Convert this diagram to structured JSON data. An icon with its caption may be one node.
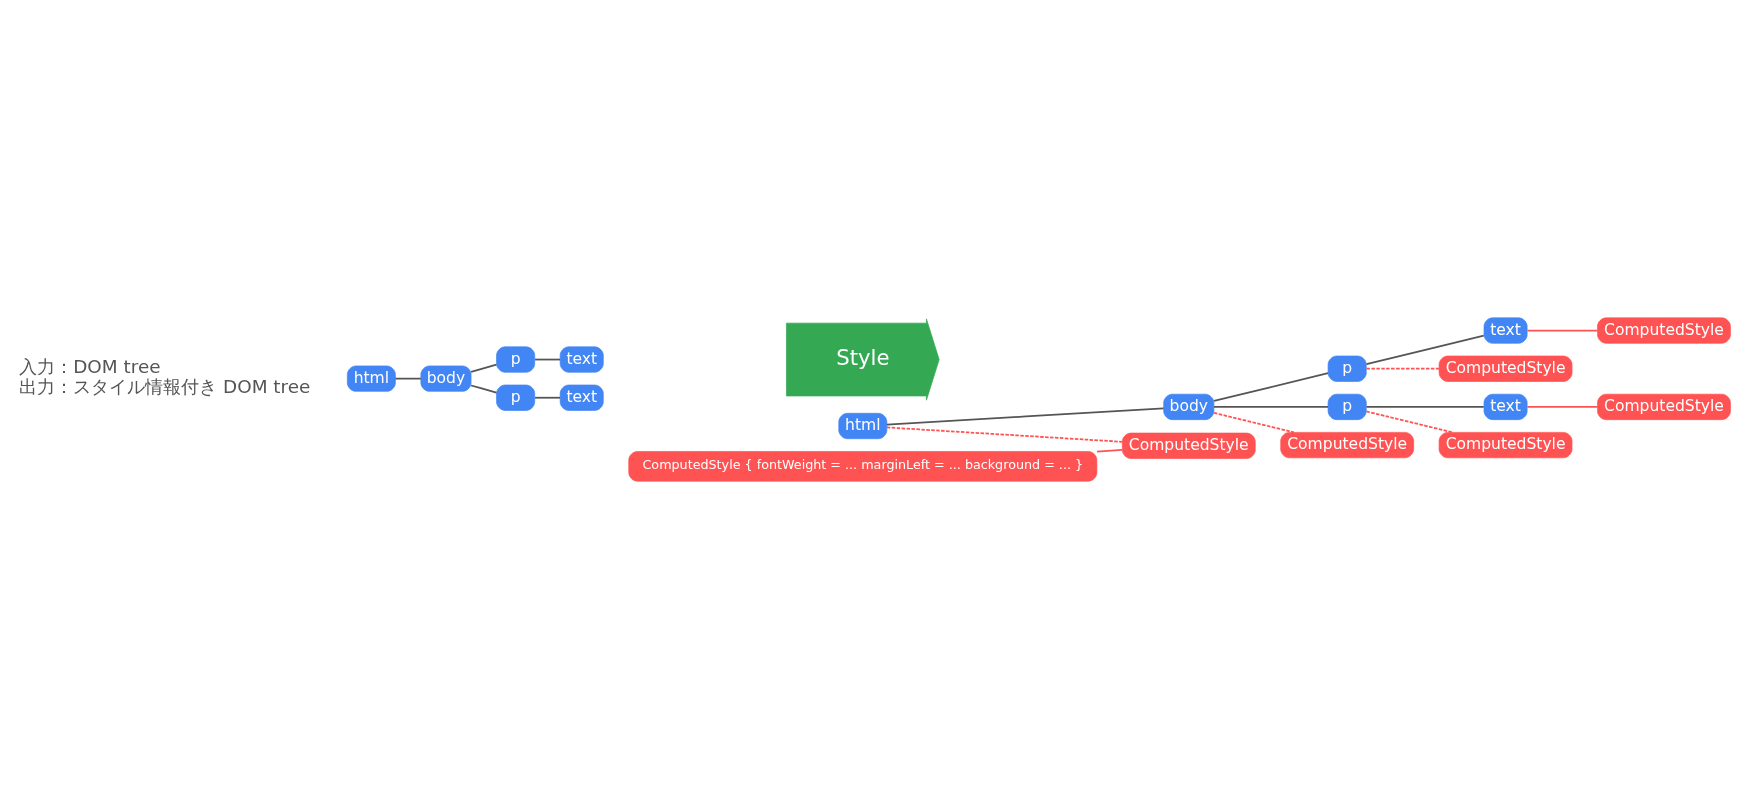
{
  "diagram": {
    "nodes": [
      {
        "text": [
          "html"
        ]
      },
      {
        "text": [
          "body"
        ]
      },
      {
        "text": [
          "p"
        ]
      },
      {
        "text": [
          "text"
        ]
      },
      {
        "text": [
          "p"
        ]
      },
      {
        "text": [
          "text"
        ]
      },
      {
        "text": [
          "Style"
        ]
      },
      {
        "text": [
          "html"
        ]
      },
      {
        "text": [
          "body"
        ]
      },
      {
        "text": [
          "p"
        ]
      },
      {
        "text": [
          "text"
        ]
      },
      {
        "text": [
          "p"
        ]
      },
      {
        "text": [
          "text"
        ]
      },
      {
        "text": [
          "ComputedStyle"
        ]
      },
      {
        "text": [
          "ComputedStyle"
        ]
      },
      {
        "text": [
          "ComputedStyle"
        ]
      },
      {
        "text": [
          "ComputedStyle"
        ]
      },
      {
        "text": [
          "ComputedStyle"
        ]
      },
      {
        "text": [
          "ComputedStyle"
        ]
      },
      {
        "text": [
          "ComputedStyle { fontWeight = ... marginLeft = ... background = ... }"
        ]
      }
    ],
    "edges": [
      {
        "from": 0,
        "to": 1,
        "arrow": "none"
      },
      {
        "from": 1,
        "to": 2,
        "arrow": "none"
      },
      {
        "from": 2,
        "to": 3,
        "arrow": "none"
      },
      {
        "from": 1,
        "to": 4,
        "arrow": "none"
      },
      {
        "from": 4,
        "to": 5,
        "arrow": "none"
      },
      {
        "from": 7,
        "to": 8,
        "arrow": "none"
      },
      {
        "from": 8,
        "to": 9,
        "arrow": "none"
      },
      {
        "from": 9,
        "to": 10,
        "arrow": "none"
      },
      {
        "from": 8,
        "to": 11,
        "arrow": "none"
      },
      {
        "from": 11,
        "to": 12,
        "arrow": "none"
      },
      {
        "from": 7,
        "to": 13,
        "arrow": "none",
        "style": "dashed",
        "color": "#ff5252"
      },
      {
        "from": 8,
        "to": 14,
        "arrow": "none",
        "style": "dashed",
        "color": "#ff5252"
      },
      {
        "from": 9,
        "to": 15,
        "arrow": "none",
        "style": "dashed",
        "color": "#ff5252"
      },
      {
        "from": 10,
        "to": 16,
        "arrow": "none",
        "color": "#ff5252"
      },
      {
        "from": 11,
        "to": 17,
        "arrow": "none",
        "style": "dashed",
        "color": "#ff5252"
      },
      {
        "from": 12,
        "to": 18,
        "arrow": "none",
        "color": "#ff5252"
      },
      {
        "from": 19,
        "to": 13,
        "arrow": "none",
        "color": "#ff5252"
      }
    ],
    "labels": [
      "入力：DOM tree",
      "出力：スタイル情報付き DOM tree"
    ]
  }
}
